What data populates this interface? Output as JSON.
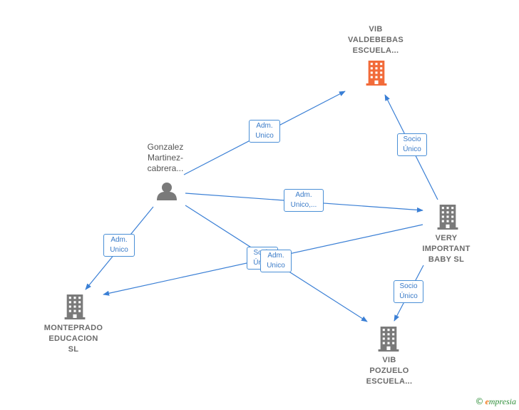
{
  "colors": {
    "edge": "#3a7fd5",
    "company": "#7a7a7a",
    "company_highlight": "#f26b3a",
    "person": "#7a7a7a"
  },
  "nodes": {
    "vib_valdebebas": {
      "lines": [
        "VIB",
        "VALDEBEBAS",
        "ESCUELA..."
      ],
      "icon": "building-icon",
      "highlight": true
    },
    "gonzalez": {
      "lines": [
        "Gonzalez",
        "Martinez-",
        "cabrera..."
      ],
      "icon": "person-icon"
    },
    "very_important": {
      "lines": [
        "VERY",
        "IMPORTANT",
        "BABY SL"
      ],
      "icon": "building-icon"
    },
    "monteprado": {
      "lines": [
        "MONTEPRADO",
        "EDUCACION",
        "SL"
      ],
      "icon": "building-icon"
    },
    "vib_pozuelo": {
      "lines": [
        "VIB",
        "POZUELO",
        "ESCUELA..."
      ],
      "icon": "building-icon"
    }
  },
  "edges": {
    "g_to_valdebebas": {
      "lines": [
        "Adm.",
        "Unico"
      ]
    },
    "g_to_very": {
      "lines": [
        "Adm.",
        "Unico,..."
      ]
    },
    "g_to_monteprado": {
      "lines": [
        "Adm.",
        "Unico"
      ]
    },
    "g_to_pozuelo": {
      "lines": [
        "Adm.",
        "Unico"
      ]
    },
    "very_to_monteprado": {
      "lines": [
        "Socio",
        "Único"
      ]
    },
    "very_to_valdebebas": {
      "lines": [
        "Socio",
        "Único"
      ]
    },
    "very_to_pozuelo": {
      "lines": [
        "Socio",
        "Único"
      ]
    }
  },
  "footer": {
    "copyright": "©",
    "brand_initial": "e",
    "brand_rest": "mpresia"
  }
}
